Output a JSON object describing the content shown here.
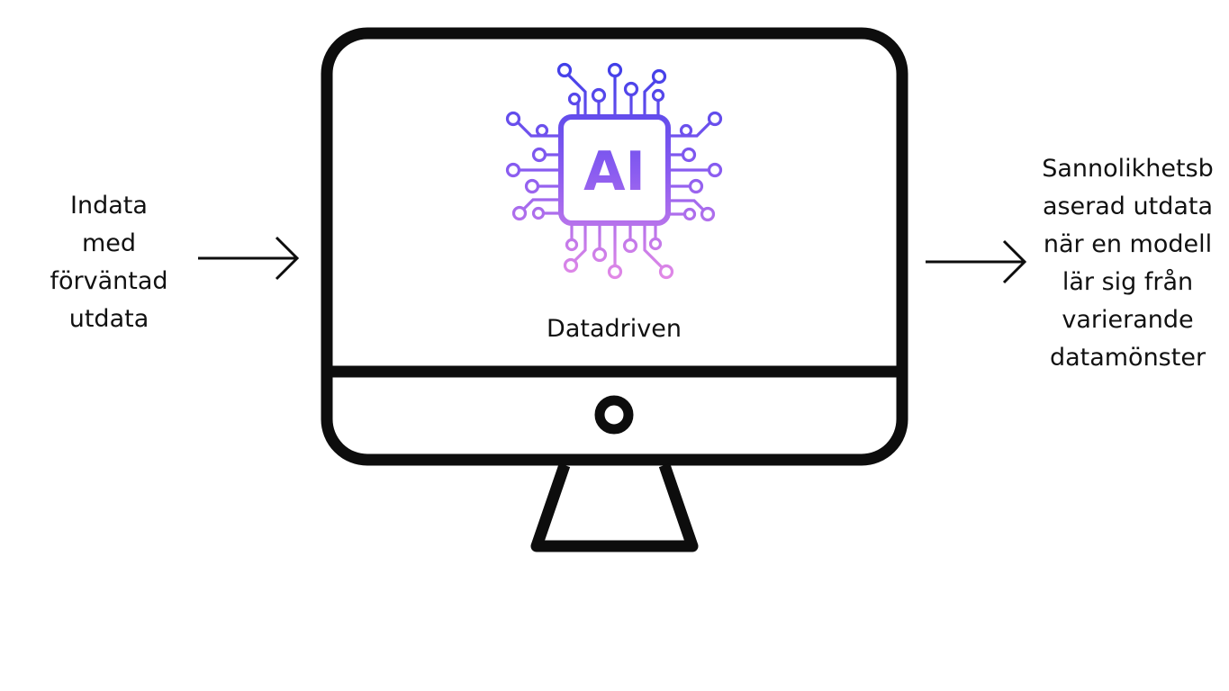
{
  "input_label": {
    "lines": [
      "Indata",
      "med",
      "förväntad",
      "utdata"
    ]
  },
  "output_label": {
    "lines": [
      "Sannolikhetsb",
      "aserad utdata",
      "när en modell",
      "lär sig från",
      "varierande",
      "datamönster"
    ]
  },
  "monitor": {
    "caption": "Datadriven",
    "chip_text": "AI"
  },
  "colors": {
    "outline": "#0d0d0d",
    "chip_gradient_top": "#3f3ee8",
    "chip_gradient_mid": "#8a5cf0",
    "chip_gradient_bottom": "#e48ae6"
  },
  "icons": {
    "ai_chip": "ai-chip-icon",
    "input_arrow": "arrow-right-icon",
    "output_arrow": "arrow-right-icon",
    "monitor": "desktop-monitor-icon"
  }
}
